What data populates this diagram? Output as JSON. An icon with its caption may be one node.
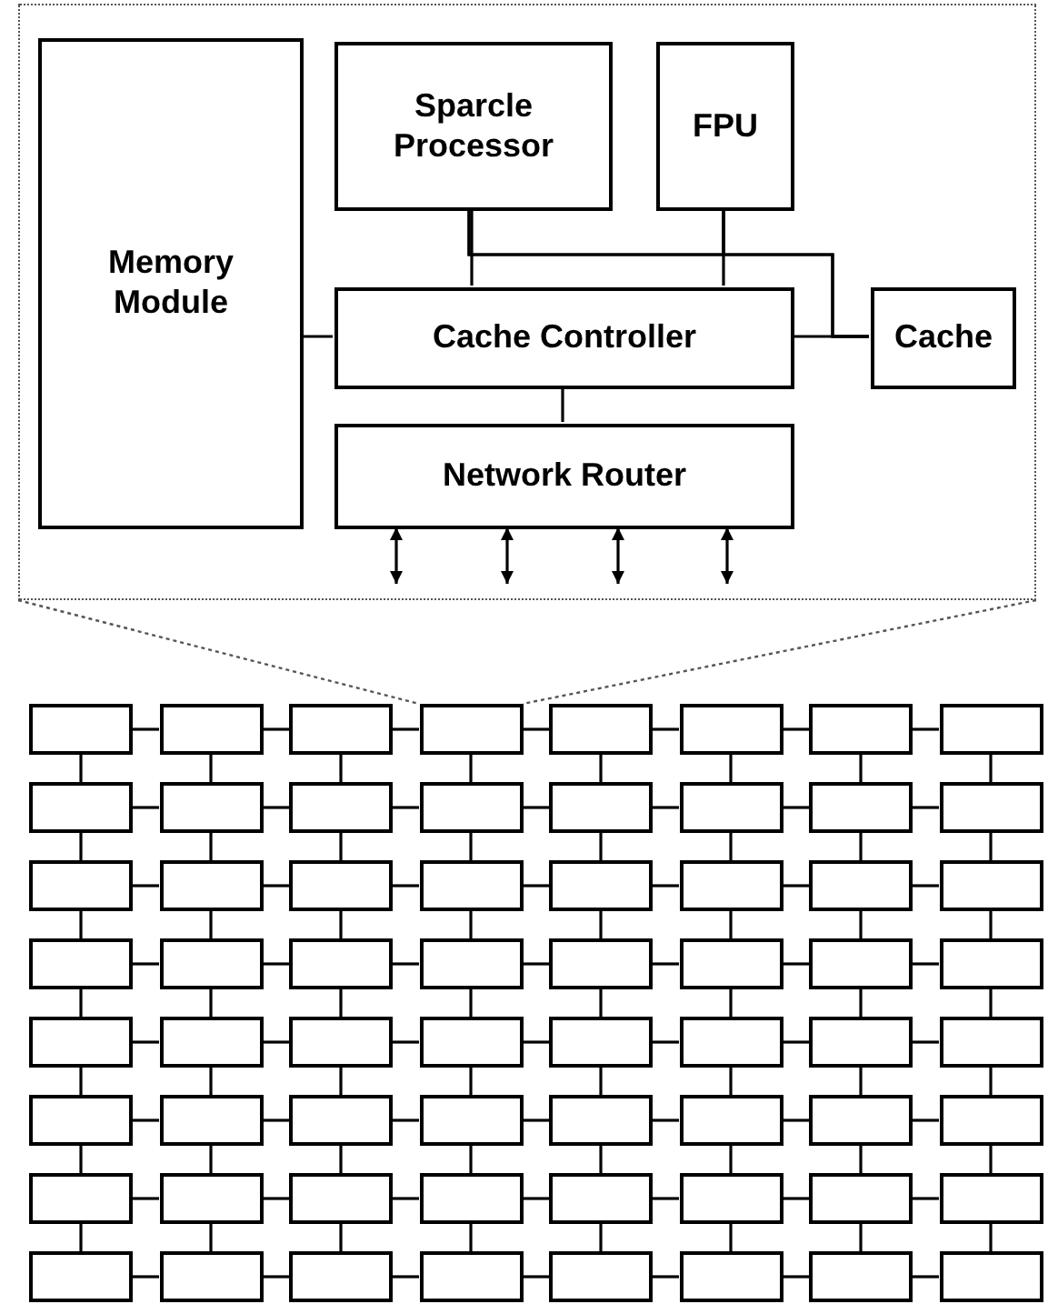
{
  "diagram": {
    "nodes": [
      {
        "text": [],
        "shape": "box"
      },
      {
        "text": [
          "Memory Module"
        ],
        "in": 0
      },
      {
        "text": [
          "Sparcle Processor"
        ],
        "in": 0
      },
      {
        "text": [
          "FPU"
        ],
        "in": 0
      },
      {
        "text": [
          "Cache Controller"
        ],
        "in": 0
      },
      {
        "text": [
          "Cache"
        ],
        "in": 0
      },
      {
        "text": [
          "Network Router"
        ],
        "in": 0
      },
      {
        "text": [],
        "shape": "box"
      },
      {
        "text": [],
        "shape": "box"
      },
      {
        "text": [],
        "shape": "box"
      },
      {
        "text": [],
        "shape": "box"
      },
      {
        "text": [],
        "shape": "box"
      },
      {
        "text": [],
        "shape": "box"
      },
      {
        "text": [],
        "shape": "box"
      },
      {
        "text": [],
        "shape": "box"
      },
      {
        "text": [],
        "shape": "box"
      },
      {
        "text": [],
        "shape": "box"
      },
      {
        "text": [],
        "shape": "box"
      },
      {
        "text": [],
        "shape": "box"
      },
      {
        "text": [],
        "shape": "box"
      },
      {
        "text": [],
        "shape": "box"
      },
      {
        "text": [],
        "shape": "box"
      },
      {
        "text": [],
        "shape": "box"
      },
      {
        "text": [],
        "shape": "box"
      },
      {
        "text": [],
        "shape": "box"
      },
      {
        "text": [],
        "shape": "box"
      },
      {
        "text": [],
        "shape": "box"
      },
      {
        "text": [],
        "shape": "box"
      },
      {
        "text": [],
        "shape": "box"
      },
      {
        "text": [],
        "shape": "box"
      },
      {
        "text": [],
        "shape": "box"
      },
      {
        "text": [],
        "shape": "box"
      },
      {
        "text": [],
        "shape": "box"
      },
      {
        "text": [],
        "shape": "box"
      },
      {
        "text": [],
        "shape": "box"
      },
      {
        "text": [],
        "shape": "box"
      },
      {
        "text": [],
        "shape": "box"
      },
      {
        "text": [],
        "shape": "box"
      },
      {
        "text": [],
        "shape": "box"
      },
      {
        "text": [],
        "shape": "box"
      },
      {
        "text": [],
        "shape": "box"
      },
      {
        "text": [],
        "shape": "box"
      },
      {
        "text": [],
        "shape": "box"
      },
      {
        "text": [],
        "shape": "box"
      },
      {
        "text": [],
        "shape": "box"
      },
      {
        "text": [],
        "shape": "box"
      },
      {
        "text": [],
        "shape": "box"
      },
      {
        "text": [],
        "shape": "box"
      },
      {
        "text": [],
        "shape": "box"
      },
      {
        "text": [],
        "shape": "box"
      },
      {
        "text": [],
        "shape": "box"
      },
      {
        "text": [],
        "shape": "box"
      },
      {
        "text": [],
        "shape": "box"
      },
      {
        "text": [],
        "shape": "box"
      },
      {
        "text": [],
        "shape": "box"
      },
      {
        "text": [],
        "shape": "box"
      },
      {
        "text": [],
        "shape": "box"
      },
      {
        "text": [],
        "shape": "box"
      },
      {
        "text": [],
        "shape": "box"
      },
      {
        "text": [],
        "shape": "box"
      },
      {
        "text": [],
        "shape": "box"
      },
      {
        "text": [],
        "shape": "box"
      },
      {
        "text": [],
        "shape": "box"
      },
      {
        "text": [],
        "shape": "box"
      },
      {
        "text": [],
        "shape": "box"
      },
      {
        "text": [],
        "shape": "box"
      },
      {
        "text": [],
        "shape": "box"
      },
      {
        "text": [],
        "shape": "box"
      },
      {
        "text": [],
        "shape": "box"
      },
      {
        "text": [],
        "shape": "box"
      },
      {
        "text": [],
        "shape": "box"
      }
    ],
    "edges": [
      {
        "from": 2,
        "to": 3,
        "arrow": "none"
      },
      {
        "from": 2,
        "to": 4,
        "arrow": "none"
      },
      {
        "from": 3,
        "to": 4,
        "arrow": "none"
      },
      {
        "from": 2,
        "to": 5,
        "arrow": "none"
      },
      {
        "from": 3,
        "to": 5,
        "arrow": "none"
      },
      {
        "from": 4,
        "to": 5,
        "arrow": "none"
      },
      {
        "from": 1,
        "to": 4,
        "arrow": "none"
      },
      {
        "from": 4,
        "to": 6,
        "arrow": "none"
      },
      {
        "from": 6,
        "to": null,
        "arrow": "both"
      },
      {
        "from": 6,
        "to": null,
        "arrow": "both"
      },
      {
        "from": 6,
        "to": null,
        "arrow": "both"
      },
      {
        "from": 6,
        "to": null,
        "arrow": "both"
      },
      {
        "from": 7,
        "to": 8,
        "arrow": "none"
      },
      {
        "from": 8,
        "to": 9,
        "arrow": "none"
      },
      {
        "from": 9,
        "to": 10,
        "arrow": "none"
      },
      {
        "from": 10,
        "to": 11,
        "arrow": "none"
      },
      {
        "from": 11,
        "to": 12,
        "arrow": "none"
      },
      {
        "from": 12,
        "to": 13,
        "arrow": "none"
      },
      {
        "from": 13,
        "to": 14,
        "arrow": "none"
      },
      {
        "from": 15,
        "to": 16,
        "arrow": "none"
      },
      {
        "from": 16,
        "to": 17,
        "arrow": "none"
      },
      {
        "from": 17,
        "to": 18,
        "arrow": "none"
      },
      {
        "from": 18,
        "to": 19,
        "arrow": "none"
      },
      {
        "from": 19,
        "to": 20,
        "arrow": "none"
      },
      {
        "from": 20,
        "to": 21,
        "arrow": "none"
      },
      {
        "from": 21,
        "to": 22,
        "arrow": "none"
      },
      {
        "from": 23,
        "to": 24,
        "arrow": "none"
      },
      {
        "from": 24,
        "to": 25,
        "arrow": "none"
      },
      {
        "from": 25,
        "to": 26,
        "arrow": "none"
      },
      {
        "from": 26,
        "to": 27,
        "arrow": "none"
      },
      {
        "from": 27,
        "to": 28,
        "arrow": "none"
      },
      {
        "from": 28,
        "to": 29,
        "arrow": "none"
      },
      {
        "from": 29,
        "to": 30,
        "arrow": "none"
      },
      {
        "from": 31,
        "to": 32,
        "arrow": "none"
      },
      {
        "from": 32,
        "to": 33,
        "arrow": "none"
      },
      {
        "from": 33,
        "to": 34,
        "arrow": "none"
      },
      {
        "from": 34,
        "to": 35,
        "arrow": "none"
      },
      {
        "from": 35,
        "to": 36,
        "arrow": "none"
      },
      {
        "from": 36,
        "to": 37,
        "arrow": "none"
      },
      {
        "from": 37,
        "to": 38,
        "arrow": "none"
      },
      {
        "from": 39,
        "to": 40,
        "arrow": "none"
      },
      {
        "from": 40,
        "to": 41,
        "arrow": "none"
      },
      {
        "from": 41,
        "to": 42,
        "arrow": "none"
      },
      {
        "from": 42,
        "to": 43,
        "arrow": "none"
      },
      {
        "from": 43,
        "to": 44,
        "arrow": "none"
      },
      {
        "from": 44,
        "to": 45,
        "arrow": "none"
      },
      {
        "from": 45,
        "to": 46,
        "arrow": "none"
      },
      {
        "from": 47,
        "to": 48,
        "arrow": "none"
      },
      {
        "from": 48,
        "to": 49,
        "arrow": "none"
      },
      {
        "from": 49,
        "to": 50,
        "arrow": "none"
      },
      {
        "from": 50,
        "to": 51,
        "arrow": "none"
      },
      {
        "from": 51,
        "to": 52,
        "arrow": "none"
      },
      {
        "from": 52,
        "to": 53,
        "arrow": "none"
      },
      {
        "from": 53,
        "to": 54,
        "arrow": "none"
      },
      {
        "from": 55,
        "to": 56,
        "arrow": "none"
      },
      {
        "from": 56,
        "to": 57,
        "arrow": "none"
      },
      {
        "from": 57,
        "to": 58,
        "arrow": "none"
      },
      {
        "from": 58,
        "to": 59,
        "arrow": "none"
      },
      {
        "from": 59,
        "to": 60,
        "arrow": "none"
      },
      {
        "from": 60,
        "to": 61,
        "arrow": "none"
      },
      {
        "from": 61,
        "to": 62,
        "arrow": "none"
      },
      {
        "from": 63,
        "to": 64,
        "arrow": "none"
      },
      {
        "from": 64,
        "to": 65,
        "arrow": "none"
      },
      {
        "from": 65,
        "to": 66,
        "arrow": "none"
      },
      {
        "from": 66,
        "to": 67,
        "arrow": "none"
      },
      {
        "from": 67,
        "to": 68,
        "arrow": "none"
      },
      {
        "from": 68,
        "to": 69,
        "arrow": "none"
      },
      {
        "from": 69,
        "to": 70,
        "arrow": "none"
      },
      {
        "from": 7,
        "to": 15,
        "arrow": "none"
      },
      {
        "from": 8,
        "to": 16,
        "arrow": "none"
      },
      {
        "from": 9,
        "to": 17,
        "arrow": "none"
      },
      {
        "from": 10,
        "to": 18,
        "arrow": "none"
      },
      {
        "from": 11,
        "to": 19,
        "arrow": "none"
      },
      {
        "from": 12,
        "to": 20,
        "arrow": "none"
      },
      {
        "from": 13,
        "to": 21,
        "arrow": "none"
      },
      {
        "from": 14,
        "to": 22,
        "arrow": "none"
      },
      {
        "from": 15,
        "to": 23,
        "arrow": "none"
      },
      {
        "from": 16,
        "to": 24,
        "arrow": "none"
      },
      {
        "from": 17,
        "to": 25,
        "arrow": "none"
      },
      {
        "from": 18,
        "to": 26,
        "arrow": "none"
      },
      {
        "from": 19,
        "to": 27,
        "arrow": "none"
      },
      {
        "from": 20,
        "to": 28,
        "arrow": "none"
      },
      {
        "from": 21,
        "to": 29,
        "arrow": "none"
      },
      {
        "from": 22,
        "to": 30,
        "arrow": "none"
      },
      {
        "from": 23,
        "to": 31,
        "arrow": "none"
      },
      {
        "from": 24,
        "to": 32,
        "arrow": "none"
      },
      {
        "from": 25,
        "to": 33,
        "arrow": "none"
      },
      {
        "from": 26,
        "to": 34,
        "arrow": "none"
      },
      {
        "from": 27,
        "to": 35,
        "arrow": "none"
      },
      {
        "from": 28,
        "to": 36,
        "arrow": "none"
      },
      {
        "from": 29,
        "to": 37,
        "arrow": "none"
      },
      {
        "from": 30,
        "to": 38,
        "arrow": "none"
      },
      {
        "from": 31,
        "to": 39,
        "arrow": "none"
      },
      {
        "from": 32,
        "to": 40,
        "arrow": "none"
      },
      {
        "from": 33,
        "to": 41,
        "arrow": "none"
      },
      {
        "from": 34,
        "to": 42,
        "arrow": "none"
      },
      {
        "from": 35,
        "to": 43,
        "arrow": "none"
      },
      {
        "from": 36,
        "to": 44,
        "arrow": "none"
      },
      {
        "from": 37,
        "to": 45,
        "arrow": "none"
      },
      {
        "from": 38,
        "to": 46,
        "arrow": "none"
      },
      {
        "from": 39,
        "to": 47,
        "arrow": "none"
      },
      {
        "from": 40,
        "to": 48,
        "arrow": "none"
      },
      {
        "from": 41,
        "to": 49,
        "arrow": "none"
      },
      {
        "from": 42,
        "to": 50,
        "arrow": "none"
      },
      {
        "from": 43,
        "to": 51,
        "arrow": "none"
      },
      {
        "from": 44,
        "to": 52,
        "arrow": "none"
      },
      {
        "from": 45,
        "to": 53,
        "arrow": "none"
      },
      {
        "from": 46,
        "to": 54,
        "arrow": "none"
      },
      {
        "from": 47,
        "to": 55,
        "arrow": "none"
      },
      {
        "from": 48,
        "to": 56,
        "arrow": "none"
      },
      {
        "from": 49,
        "to": 57,
        "arrow": "none"
      },
      {
        "from": 50,
        "to": 58,
        "arrow": "none"
      },
      {
        "from": 51,
        "to": 59,
        "arrow": "none"
      },
      {
        "from": 52,
        "to": 60,
        "arrow": "none"
      },
      {
        "from": 53,
        "to": 61,
        "arrow": "none"
      },
      {
        "from": 54,
        "to": 62,
        "arrow": "none"
      },
      {
        "from": 55,
        "to": 63,
        "arrow": "none"
      },
      {
        "from": 56,
        "to": 64,
        "arrow": "none"
      },
      {
        "from": 57,
        "to": 65,
        "arrow": "none"
      },
      {
        "from": 58,
        "to": 66,
        "arrow": "none"
      },
      {
        "from": 59,
        "to": 67,
        "arrow": "none"
      },
      {
        "from": 60,
        "to": 68,
        "arrow": "none"
      },
      {
        "from": 61,
        "to": 69,
        "arrow": "none"
      },
      {
        "from": 62,
        "to": 70,
        "arrow": "none"
      },
      {
        "from": 0,
        "to": 10,
        "arrow": "none",
        "style": "dashed",
        "color": "#555555"
      },
      {
        "from": 0,
        "to": 10,
        "arrow": "none",
        "style": "dashed",
        "color": "#555555"
      }
    ]
  }
}
